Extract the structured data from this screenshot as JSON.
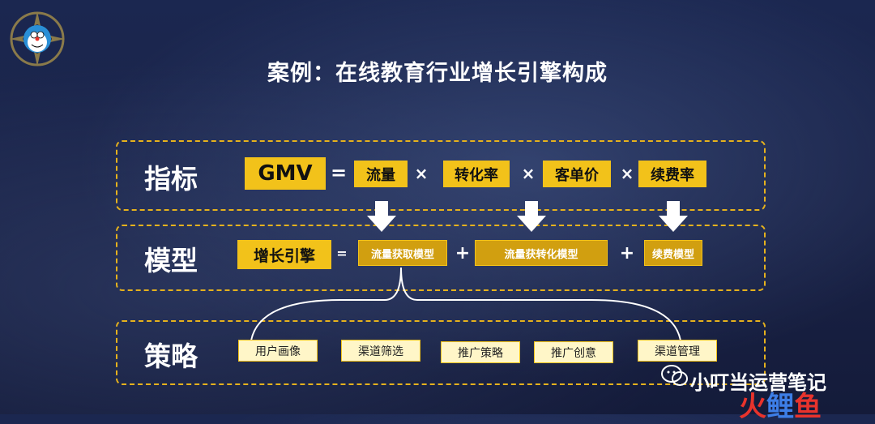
{
  "title": "案例：在线教育行业增长引擎构成",
  "rows": {
    "metrics": {
      "label": "指标",
      "gmv": "GMV",
      "eq": "=",
      "items": [
        "流量",
        "转化率",
        "客单价",
        "续费率"
      ],
      "ops": [
        "×",
        "×",
        "×"
      ]
    },
    "models": {
      "label": "模型",
      "engine": "增长引擎",
      "eq": "=",
      "items": [
        "流量获取模型",
        "流量获转化模型",
        "续费模型"
      ],
      "ops": [
        "+",
        "+"
      ]
    },
    "strategies": {
      "label": "策略",
      "items": [
        "用户画像",
        "渠道筛选",
        "推广策略",
        "推广创意",
        "渠道管理"
      ]
    }
  },
  "watermark": {
    "text": "小叮当运营笔记",
    "brand": [
      "火",
      "鲤",
      "鱼"
    ]
  },
  "colors": {
    "accent": "#f2c21a",
    "dark_accent": "#d19f10",
    "background": "#1a2347"
  }
}
